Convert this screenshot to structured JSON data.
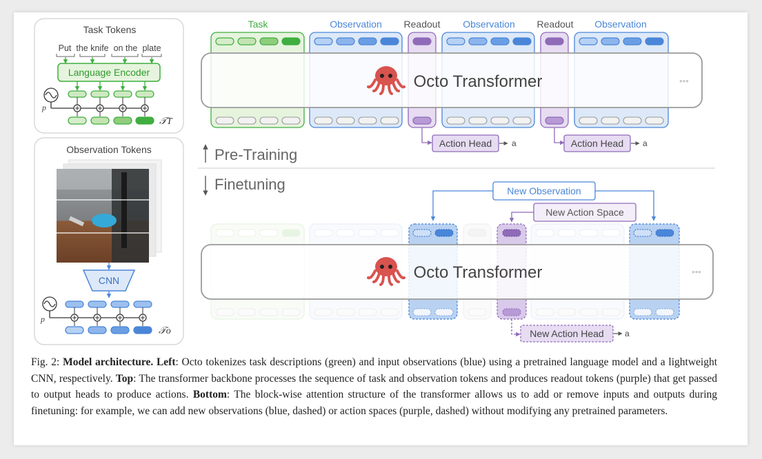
{
  "colors": {
    "task": "#3fae3f",
    "task_fill": "#e6f4dd",
    "obs": "#4a86d8",
    "obs_fill": "#dde9f8",
    "readout": "#8f6bb8",
    "readout_fill": "#e7dcf2",
    "transformer_border": "#9a9a9a",
    "text_dark": "#555555"
  },
  "left_panel": {
    "task_tokens": {
      "title": "Task Tokens",
      "words": [
        "Put",
        "the knife",
        "on the",
        "plate"
      ],
      "encoder_label": "Language Encoder",
      "pos_label": "p",
      "token_symbol": "𝒯T"
    },
    "obs_tokens": {
      "title": "Observation Tokens",
      "encoder_label": "CNN",
      "pos_label": "p",
      "token_symbol": "𝒯o",
      "image_description_icon": "robot-camera-image"
    }
  },
  "top": {
    "column_labels": [
      "Task",
      "Observation",
      "Readout",
      "Observation",
      "Readout",
      "Observation"
    ],
    "transformer_label": "Octo Transformer",
    "transformer_icon": "octopus-icon",
    "ellipsis": "•••",
    "action_head_label": "Action Head",
    "action_output": "a",
    "section_label": "Pre-Training"
  },
  "bottom": {
    "section_label": "Finetuning",
    "new_observation_label": "New Observation",
    "new_action_space_label": "New Action Space",
    "transformer_label": "Octo Transformer",
    "transformer_icon": "octopus-icon",
    "ellipsis": "•••",
    "new_action_head_label": "New Action Head",
    "action_output": "a"
  },
  "caption": {
    "fig": "Fig. 2:",
    "title": "Model architecture.",
    "left_h": "Left",
    "left_t": ": Octo tokenizes task descriptions (green) and input observations (blue) using a pretrained language model and a lightweight CNN, respectively.",
    "top_h": "Top",
    "top_t": ": The transformer backbone processes the sequence of task and observation tokens and produces readout tokens (purple) that get passed to output heads to produce actions.",
    "bottom_h": "Bottom",
    "bottom_t": ": The block-wise attention structure of the transformer allows us to add or remove inputs and outputs during finetuning: for example, we can add new observations (blue, dashed) or action spaces (purple, dashed) without modifying any pretrained parameters."
  }
}
